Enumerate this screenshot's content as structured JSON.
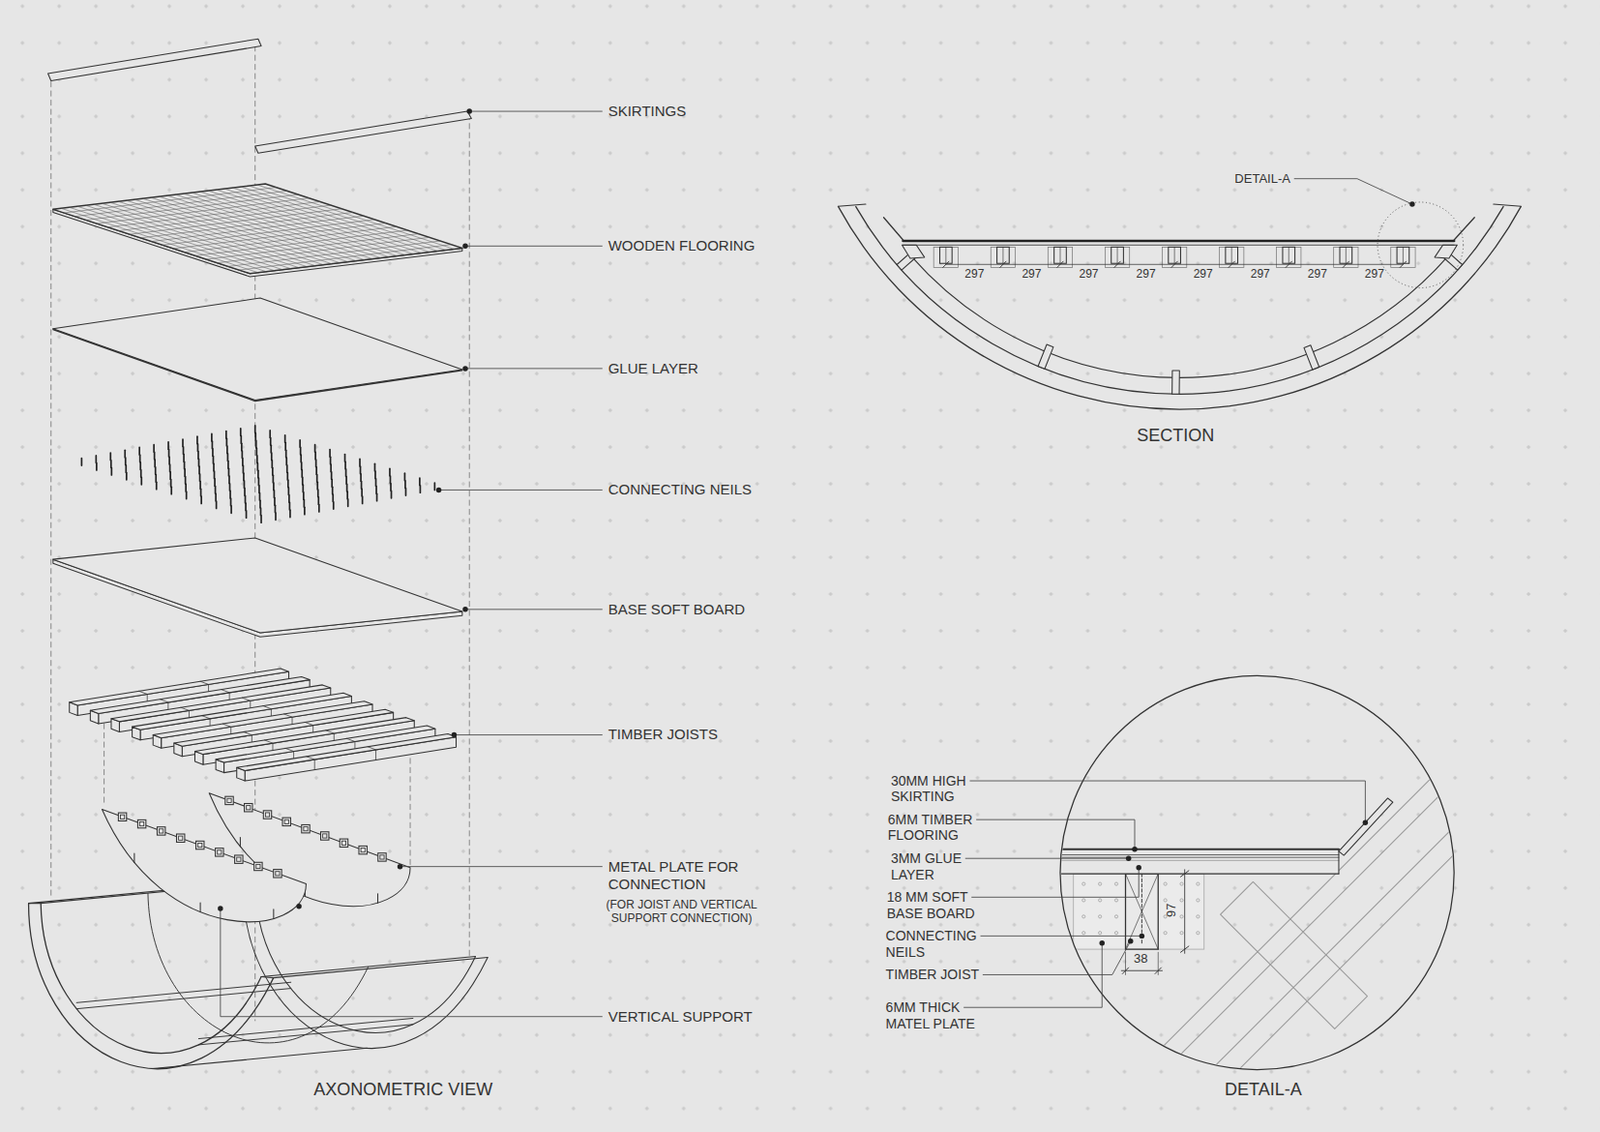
{
  "diagram": {
    "labels": [
      "SKIRTINGS",
      "WOODEN FLOORING",
      "GLUE LAYER",
      "CONNECTING NEILS",
      "BASE SOFT BOARD",
      "TIMBER JOISTS",
      "METAL PLATE FOR CONNECTION",
      "(FOR JOIST AND VERTICAL SUPPORT CONNECTION)",
      "VERTICAL SUPPORT",
      "AXONOMETRIC VIEW",
      "DETAIL-A",
      "297",
      "297",
      "297",
      "297",
      "297",
      "297",
      "297",
      "297",
      "SECTION",
      "30MM HIGH SKIRTING",
      "6MM TIMBER FLOORING",
      "3MM GLUE LAYER",
      "18 MM SOFT BASE BOARD",
      "CONNECTING NEILS",
      "TIMBER JOIST",
      "6MM THICK MATEL PLATE",
      "97",
      "38",
      "DETAIL-A"
    ]
  }
}
